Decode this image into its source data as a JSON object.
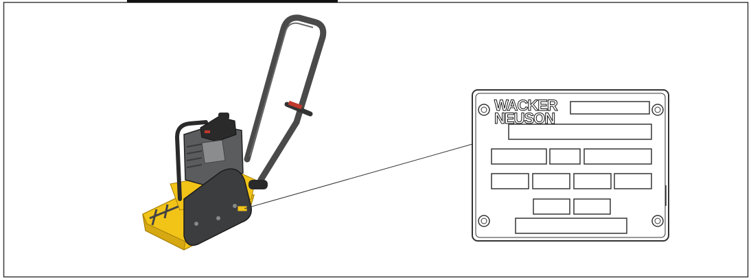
{
  "figure": {
    "frame_color": "#3a3a3a",
    "tab_color": "#111111"
  },
  "machine": {
    "name": "plate-compactor",
    "body_color": "#f2c418",
    "dark_color": "#3b3d3f",
    "engine_color": "#2a2a2a",
    "accent_color": "#c0392b",
    "handle_color": "#4a4a4a"
  },
  "nameplate": {
    "brand_line1": "WACKER",
    "brand_line2": "NEUSON",
    "plate_fill": "#ffffff",
    "plate_stroke": "#333333"
  }
}
